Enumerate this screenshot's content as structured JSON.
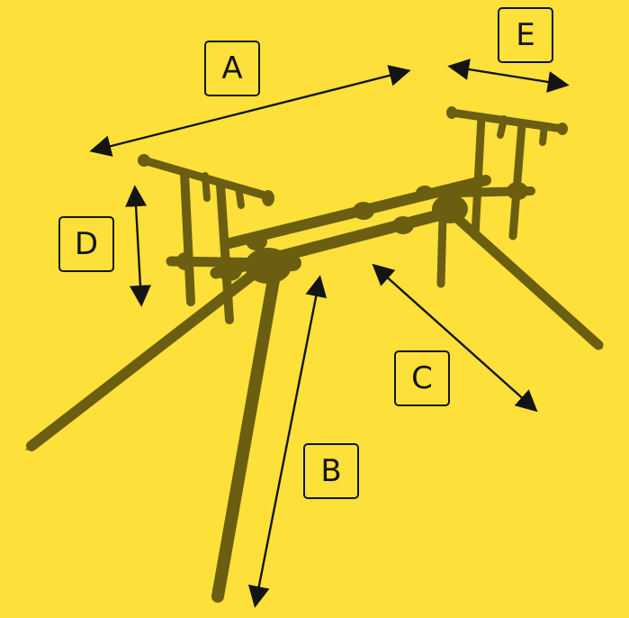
{
  "labels": {
    "a": "A",
    "b": "B",
    "c": "C",
    "d": "D",
    "e": "E"
  },
  "colors": {
    "background": "#fde03a",
    "rod_pod": "#6b5e10",
    "arrow": "#141414",
    "label_border": "#141414"
  }
}
